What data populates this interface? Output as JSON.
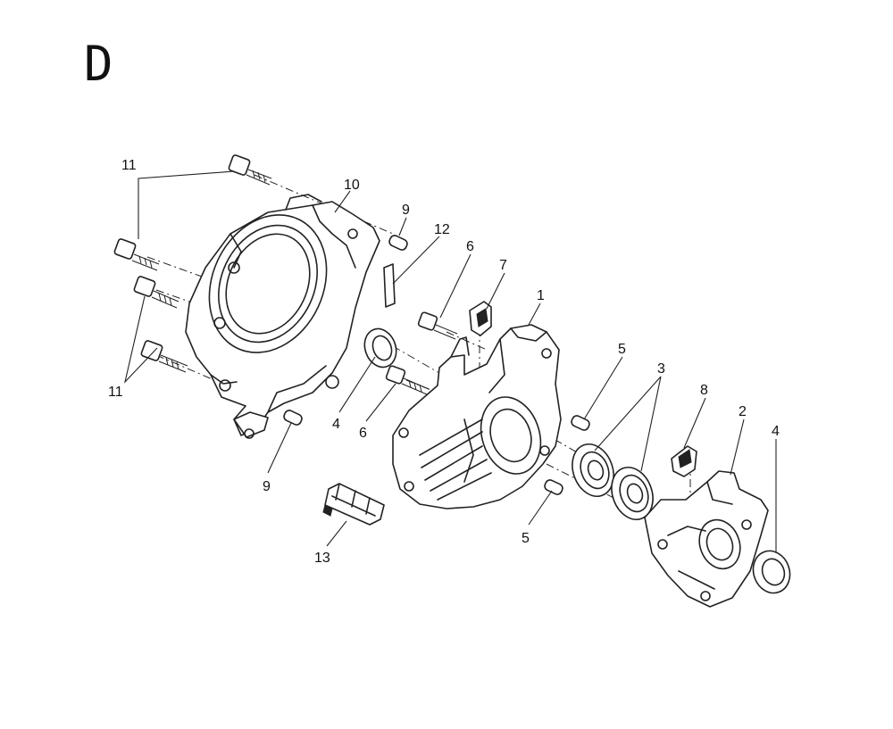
{
  "section": "D",
  "callouts": {
    "c1": "1",
    "c2": "2",
    "c3": "3",
    "c4a": "4",
    "c4b": "4",
    "c5a": "5",
    "c5b": "5",
    "c6a": "6",
    "c6b": "6",
    "c7": "7",
    "c8": "8",
    "c9a": "9",
    "c9b": "9",
    "c10": "10",
    "c11a": "11",
    "c11b": "11",
    "c12": "12",
    "c13": "13"
  }
}
